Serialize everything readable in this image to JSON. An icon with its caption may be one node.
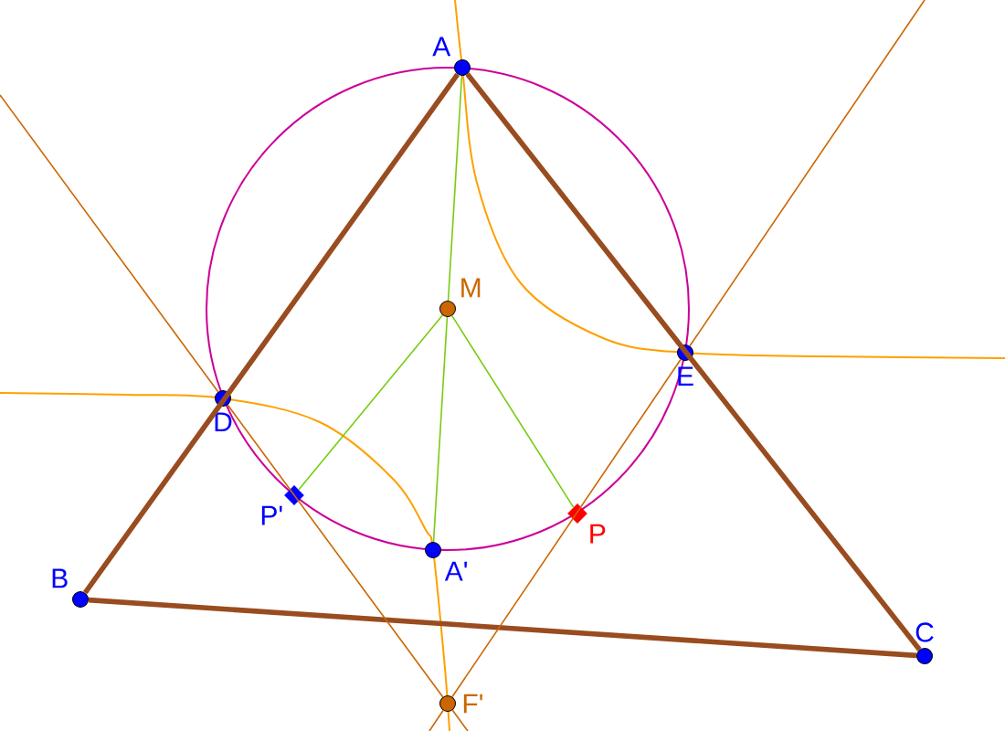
{
  "diagram": {
    "nodes": [
      {
        "text": [
          "A"
        ]
      },
      {
        "text": [
          "M"
        ]
      },
      {
        "text": [
          "E"
        ]
      },
      {
        "text": [
          "D"
        ]
      },
      {
        "text": [
          "B"
        ]
      },
      {
        "text": [
          "P'"
        ]
      },
      {
        "text": [
          "A'"
        ]
      },
      {
        "text": [
          "P"
        ]
      },
      {
        "text": [
          "C"
        ]
      },
      {
        "text": [
          "F'"
        ]
      }
    ],
    "edges": [
      {
        "from": 0,
        "to": 4,
        "arrow": "none",
        "style": "thick",
        "color": "#994c1f"
      },
      {
        "from": 4,
        "to": 8,
        "arrow": "none",
        "style": "thick",
        "color": "#994c1f"
      },
      {
        "from": 8,
        "to": 0,
        "arrow": "none",
        "style": "thick",
        "color": "#994c1f"
      },
      {
        "from": 0,
        "to": 1,
        "arrow": "none",
        "color": "#77cc11"
      },
      {
        "from": 1,
        "to": 6,
        "arrow": "none",
        "color": "#77cc11"
      },
      {
        "from": 1,
        "to": 5,
        "arrow": "none",
        "color": "#77cc11"
      },
      {
        "from": 1,
        "to": 7,
        "arrow": "none",
        "color": "#77cc11"
      },
      {
        "from": 3,
        "to": 9,
        "arrow": "none",
        "color": "#cc6600"
      },
      {
        "from": 2,
        "to": 9,
        "arrow": "none",
        "color": "#cc6600"
      },
      {
        "from": null,
        "to": 3,
        "arrow": "none",
        "color": "#cc6600"
      },
      {
        "from": null,
        "to": 2,
        "arrow": "none",
        "color": "#cc6600"
      },
      {
        "from": 9,
        "to": null,
        "arrow": "none",
        "color": "#cc6600"
      },
      {
        "from": 9,
        "to": null,
        "arrow": "none",
        "color": "#cc6600"
      }
    ]
  }
}
